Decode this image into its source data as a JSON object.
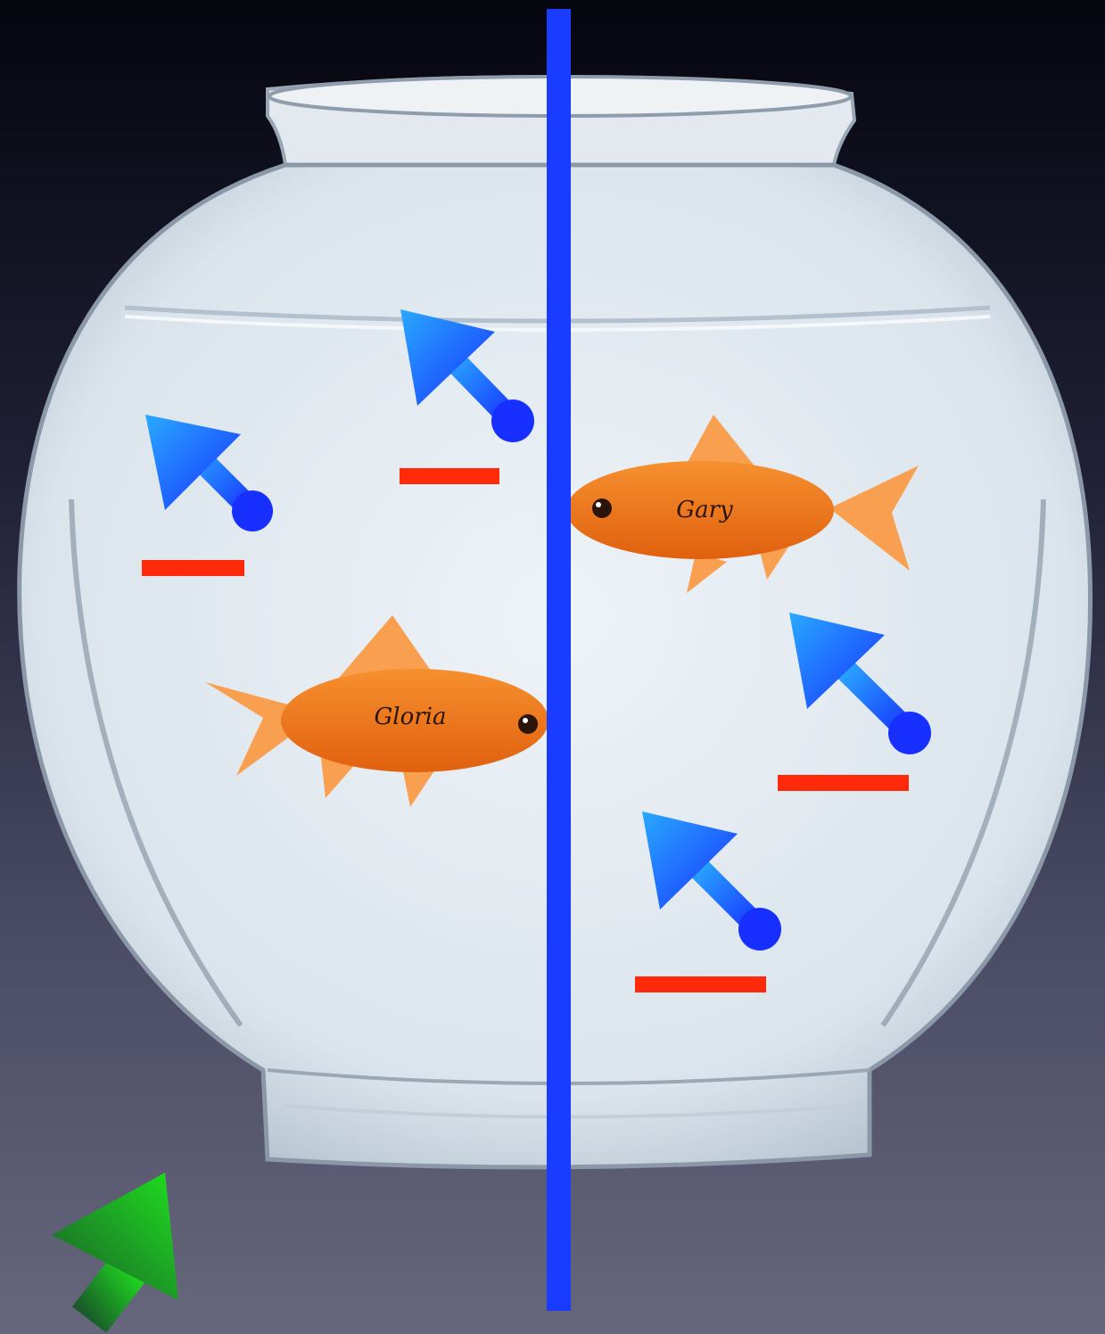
{
  "scene": {
    "description_free": true,
    "colors": {
      "background_top": "#05060e",
      "background_bottom": "#66667c",
      "water": "#dfe8ef",
      "glass_edge": "#9aa8b6",
      "divider_line": "#1a3cff",
      "dipole_arrow_light": "#29a9ff",
      "dipole_arrow_dark": "#1730ff",
      "charge_bar": "#ff2a0a",
      "field_arrow_light": "#1fe01f",
      "field_arrow_dark": "#1a5a2a",
      "fish_body": "#f07a1e",
      "fish_fin": "#f8a050"
    },
    "fish": [
      {
        "name": "Gary",
        "facing": "left"
      },
      {
        "name": "Gloria",
        "facing": "right"
      }
    ],
    "icons": {
      "dipole_arrow": "arrow-with-dot-icon",
      "field_arrow": "green-arrow-icon",
      "charge": "minus-bar-icon"
    }
  }
}
